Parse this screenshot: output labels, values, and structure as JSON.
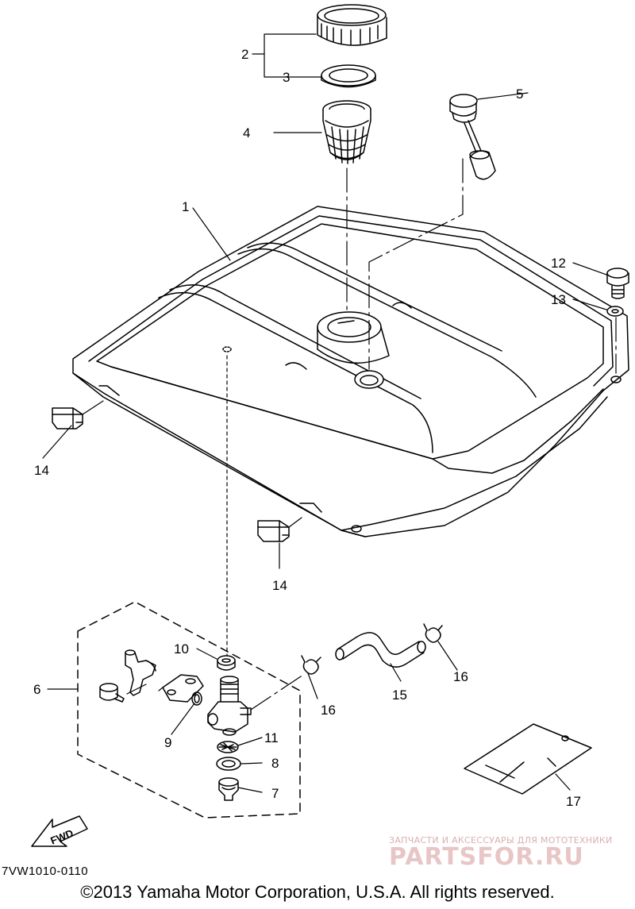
{
  "diagram": {
    "callouts": [
      "1",
      "2",
      "3",
      "4",
      "5",
      "6",
      "7",
      "8",
      "9",
      "10",
      "11",
      "12",
      "13",
      "14",
      "14",
      "15",
      "16",
      "16",
      "17"
    ],
    "fwd_label": "FWD"
  },
  "footer": {
    "part_code": "7VW1010-0110",
    "copyright": "©2013 Yamaha Motor Corporation, U.S.A. All rights reserved."
  },
  "watermark": {
    "tagline": "ЗАПЧАСТИ И АКСЕССУАРЫ ДЛЯ МОТОТЕХНИКИ",
    "brand": "PARTSFOR.RU"
  }
}
